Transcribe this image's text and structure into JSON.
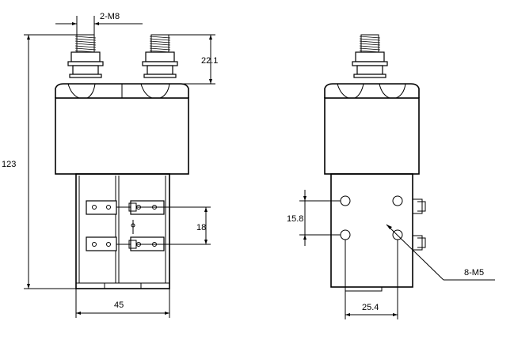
{
  "dimensions": {
    "thread_spec": "2-M8",
    "stud_height": "22.1",
    "overall_height": "123",
    "body_width": "45",
    "aux_pitch_front": "18",
    "aux_pitch_side": "15.8",
    "mount_spacing": "25.4",
    "mount_holes": "8-M5"
  },
  "icons": {
    "front_view": "contactor-front-view",
    "side_view": "contactor-side-view"
  }
}
